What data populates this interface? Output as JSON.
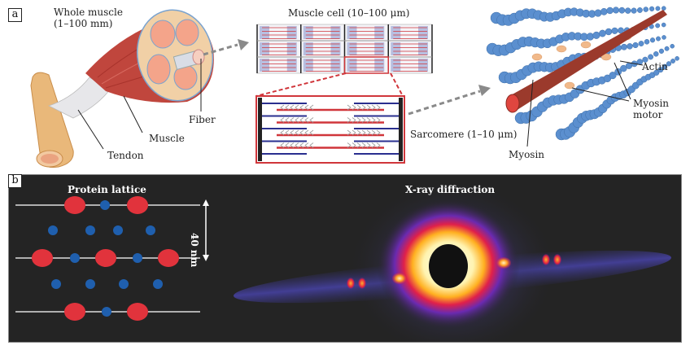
{
  "panel_a": {
    "label": "a",
    "whole_muscle": {
      "title_line1": "Whole muscle",
      "title_line2": "(1–100 mm)"
    },
    "labels": {
      "fiber": "Fiber",
      "muscle": "Muscle",
      "tendon": "Tendon"
    },
    "muscle_cell": {
      "title": "Muscle cell (10–100 μm)",
      "columns": 4,
      "rows": 3
    },
    "sarcomere": {
      "title": "Sarcomere (1–10 μm)"
    },
    "filaments": {
      "actin": "Actin",
      "myosin_motor_line1": "Myosin",
      "myosin_motor_line2": "motor",
      "myosin": "Myosin"
    }
  },
  "panel_b": {
    "label": "b",
    "protein_lattice": {
      "title": "Protein lattice",
      "scale_label": "40 nm"
    },
    "xray": {
      "title": "X-ray diffraction"
    }
  },
  "colors": {
    "muscle_red": "#c0463d",
    "actin_blue": "#5b8fcf",
    "myosin_red": "#e0463f",
    "lattice_blue": "#1f5fae",
    "lattice_red": "#e1333c",
    "dark_bg": "#242424",
    "arrow_gray": "#8a8a8a",
    "sarcomere_red": "#d0363b",
    "sarcomere_blue": "#2a2f8f"
  }
}
